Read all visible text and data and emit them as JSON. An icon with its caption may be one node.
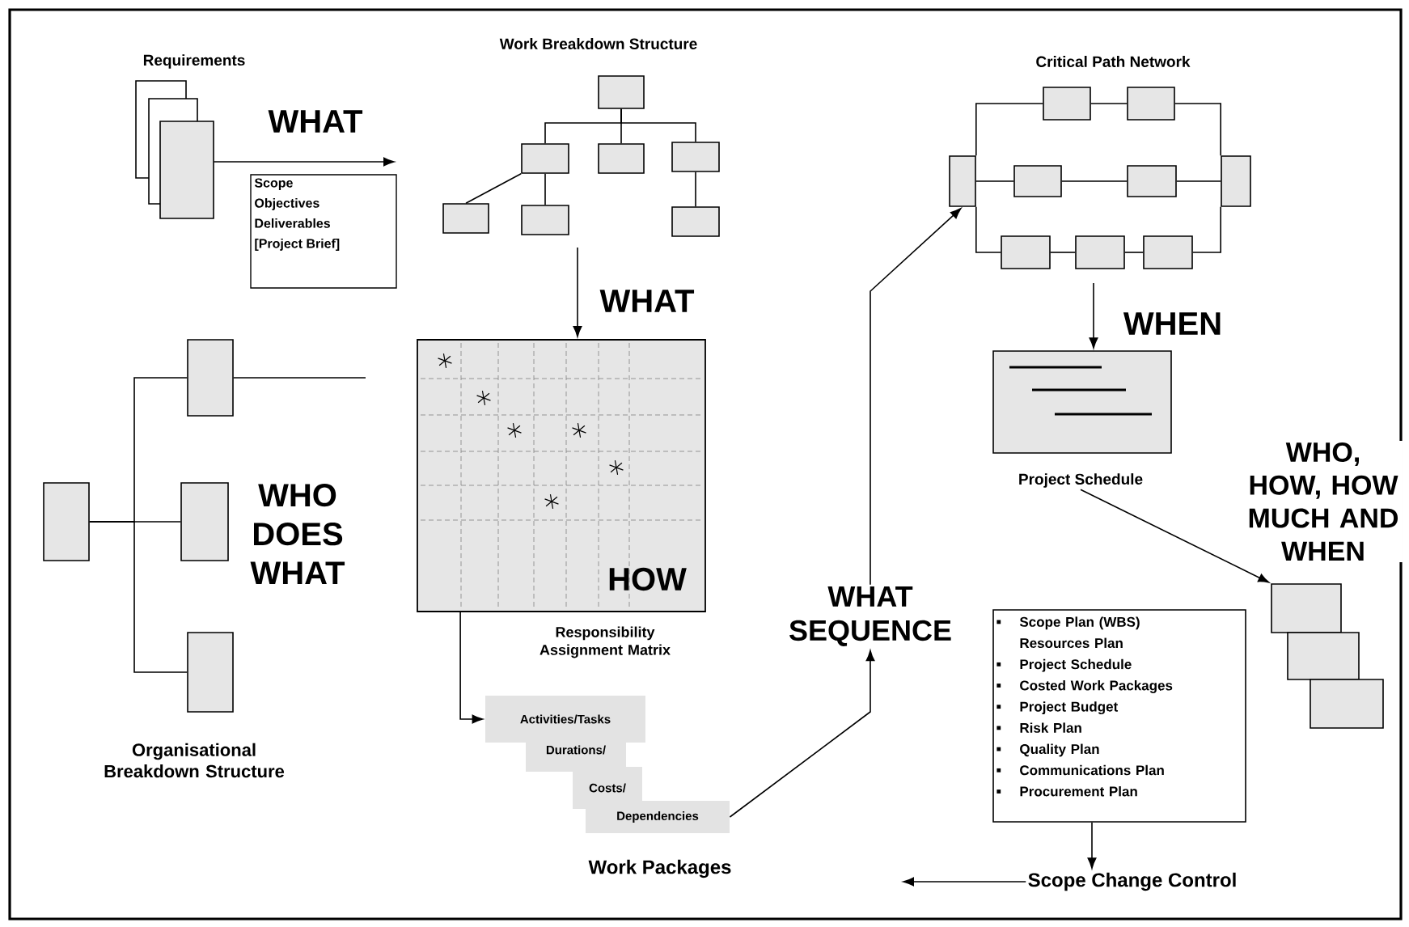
{
  "diagram": {
    "nodes": [
      {
        "text": [
          "Requirements"
        ]
      },
      {
        "text": [
          "Scope",
          "Objectives",
          "Deliverables",
          "[Project Brief]"
        ]
      },
      {
        "text": [],
        "shape": "box"
      },
      {
        "text": [],
        "shape": "box"
      },
      {
        "text": [],
        "shape": "box"
      },
      {
        "text": [],
        "shape": "box"
      },
      {
        "text": [],
        "shape": "box"
      },
      {
        "text": [],
        "shape": "box"
      },
      {
        "text": [],
        "shape": "box"
      },
      {
        "text": [],
        "shape": "box"
      },
      {
        "text": [],
        "shape": "box"
      },
      {
        "text": [],
        "shape": "box"
      },
      {
        "text": [],
        "shape": "box"
      },
      {
        "text": [],
        "shape": "box"
      },
      {
        "text": [],
        "shape": "box"
      },
      {
        "text": [],
        "shape": "box"
      },
      {
        "text": [],
        "shape": "box"
      },
      {
        "text": [],
        "shape": "box"
      },
      {
        "text": [
          "Project Schedule"
        ]
      },
      {
        "text": [],
        "shape": "box"
      },
      {
        "text": [],
        "shape": "box"
      },
      {
        "text": [],
        "shape": "box"
      },
      {
        "text": [],
        "shape": "box"
      },
      {
        "text": [
          "HOW",
          "Responsibility Assignment Matrix"
        ]
      },
      {
        "text": [],
        "shape": "box"
      },
      {
        "text": [],
        "shape": "box"
      },
      {
        "text": [],
        "shape": "box"
      },
      {
        "text": [
          "WHAT SEQUENCE"
        ]
      },
      {
        "text": [
          "Activities/Tasks"
        ]
      },
      {
        "text": [
          "Durations/"
        ]
      },
      {
        "text": [
          "Costs/"
        ]
      },
      {
        "text": [
          "Dependencies"
        ]
      },
      {
        "text": [
          "Scope Plan (WBS) Resources Plan",
          "Project Schedule",
          "Costed Work Packages",
          "Project Budget",
          "Risk Plan",
          "Quality Plan",
          "Communications Plan",
          "Procurement Plan"
        ]
      },
      {
        "text": [
          "Scope Change Control"
        ]
      }
    ],
    "edges": [
      {
        "from": 0,
        "to": 1,
        "arrow": "to",
        "label": "WHAT"
      },
      {
        "from": 2,
        "to": 3,
        "arrow": "none"
      },
      {
        "from": 2,
        "to": 4,
        "arrow": "none"
      },
      {
        "from": 2,
        "to": 5,
        "arrow": "none"
      },
      {
        "from": 3,
        "to": 6,
        "arrow": "none"
      },
      {
        "from": 3,
        "to": 7,
        "arrow": "none"
      },
      {
        "from": 5,
        "to": 8,
        "arrow": "none"
      },
      {
        "from": 7,
        "to": 23,
        "arrow": "to",
        "label": "WHAT"
      },
      {
        "from": 9,
        "to": 10,
        "arrow": "none"
      },
      {
        "from": 10,
        "to": 11,
        "arrow": "none"
      },
      {
        "from": 11,
        "to": 17,
        "arrow": "none"
      },
      {
        "from": 9,
        "to": 12,
        "arrow": "none"
      },
      {
        "from": 12,
        "to": 13,
        "arrow": "none"
      },
      {
        "from": 13,
        "to": 17,
        "arrow": "none"
      },
      {
        "from": 9,
        "to": 14,
        "arrow": "none"
      },
      {
        "from": 14,
        "to": 15,
        "arrow": "none"
      },
      {
        "from": 15,
        "to": 16,
        "arrow": "none"
      },
      {
        "from": 16,
        "to": 17,
        "arrow": "none"
      },
      {
        "from": 15,
        "to": 18,
        "arrow": "to",
        "label": "WHEN"
      },
      {
        "from": 18,
        "to": 24,
        "arrow": "to",
        "label": "WHO, HOW, HOW MUCH AND WHEN"
      },
      {
        "from": 19,
        "to": 20,
        "arrow": "none"
      },
      {
        "from": 19,
        "to": 21,
        "arrow": "none"
      },
      {
        "from": 19,
        "to": 22,
        "arrow": "none"
      },
      {
        "from": 20,
        "to": null,
        "arrow": "none"
      },
      {
        "from": 23,
        "to": 28,
        "arrow": "to"
      },
      {
        "from": 31,
        "to": 27,
        "arrow": "to"
      },
      {
        "from": 27,
        "to": 9,
        "arrow": "to"
      },
      {
        "from": 32,
        "to": 33,
        "arrow": "to"
      },
      {
        "from": 33,
        "to": null,
        "arrow": "to"
      }
    ],
    "labels": [
      "Work Breakdown Structure",
      "Critical Path Network",
      "WHO DOES WHAT",
      "Organisational Breakdown Structure",
      "Work Packages"
    ]
  }
}
